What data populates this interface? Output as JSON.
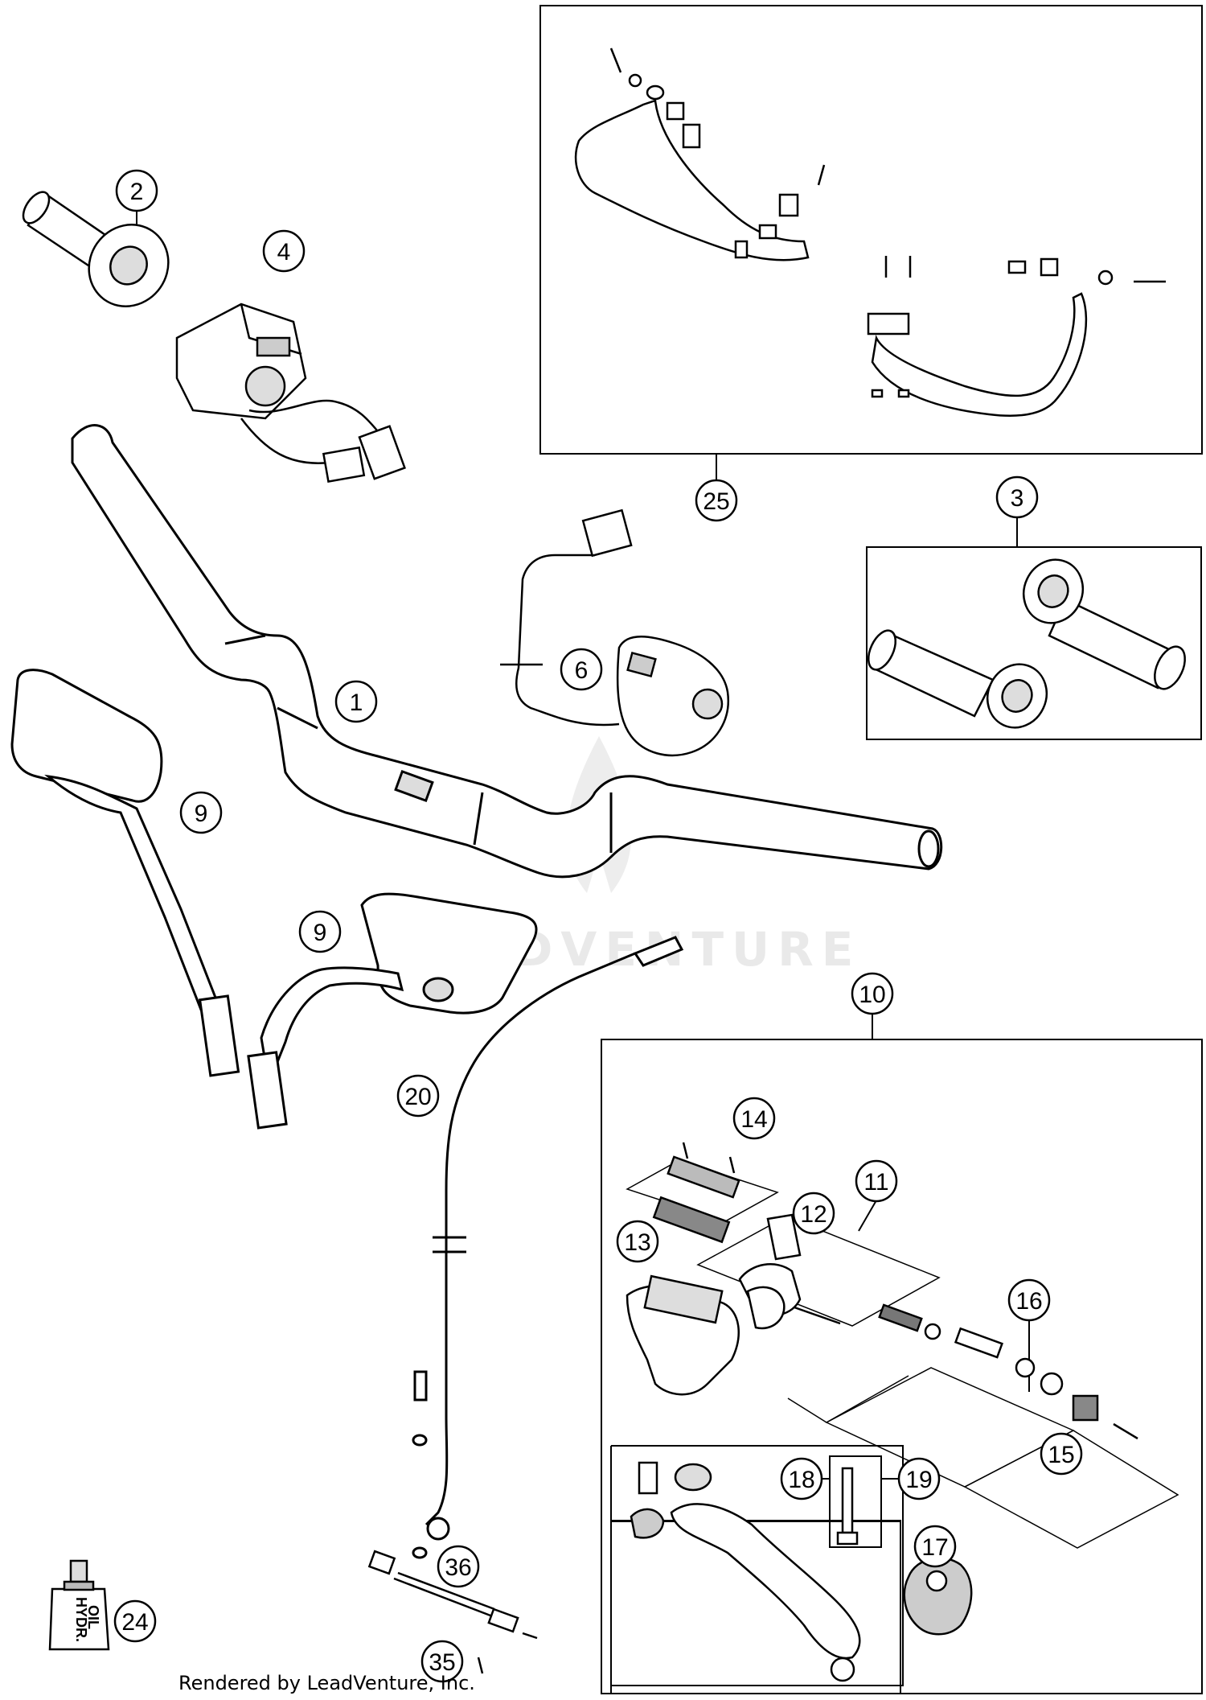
{
  "callouts": {
    "c1": "1",
    "c2": "2",
    "c3": "3",
    "c4": "4",
    "c6": "6",
    "c9a": "9",
    "c9b": "9",
    "c10": "10",
    "c11": "11",
    "c12": "12",
    "c13": "13",
    "c14": "14",
    "c15": "15",
    "c16": "16",
    "c17": "17",
    "c18": "18",
    "c19": "19",
    "c20": "20",
    "c24": "24",
    "c25": "25",
    "c35": "35",
    "c36": "36"
  },
  "bottle_label": {
    "line1": "HYDR.",
    "line2": "OIL"
  },
  "watermark": "ERDVENTURE",
  "footer": "Rendered by LeadVenture, Inc.",
  "colors": {
    "line": "#000000",
    "fill": "#ffffff",
    "shade": "#888888",
    "watermark": "#e9e9e9"
  }
}
